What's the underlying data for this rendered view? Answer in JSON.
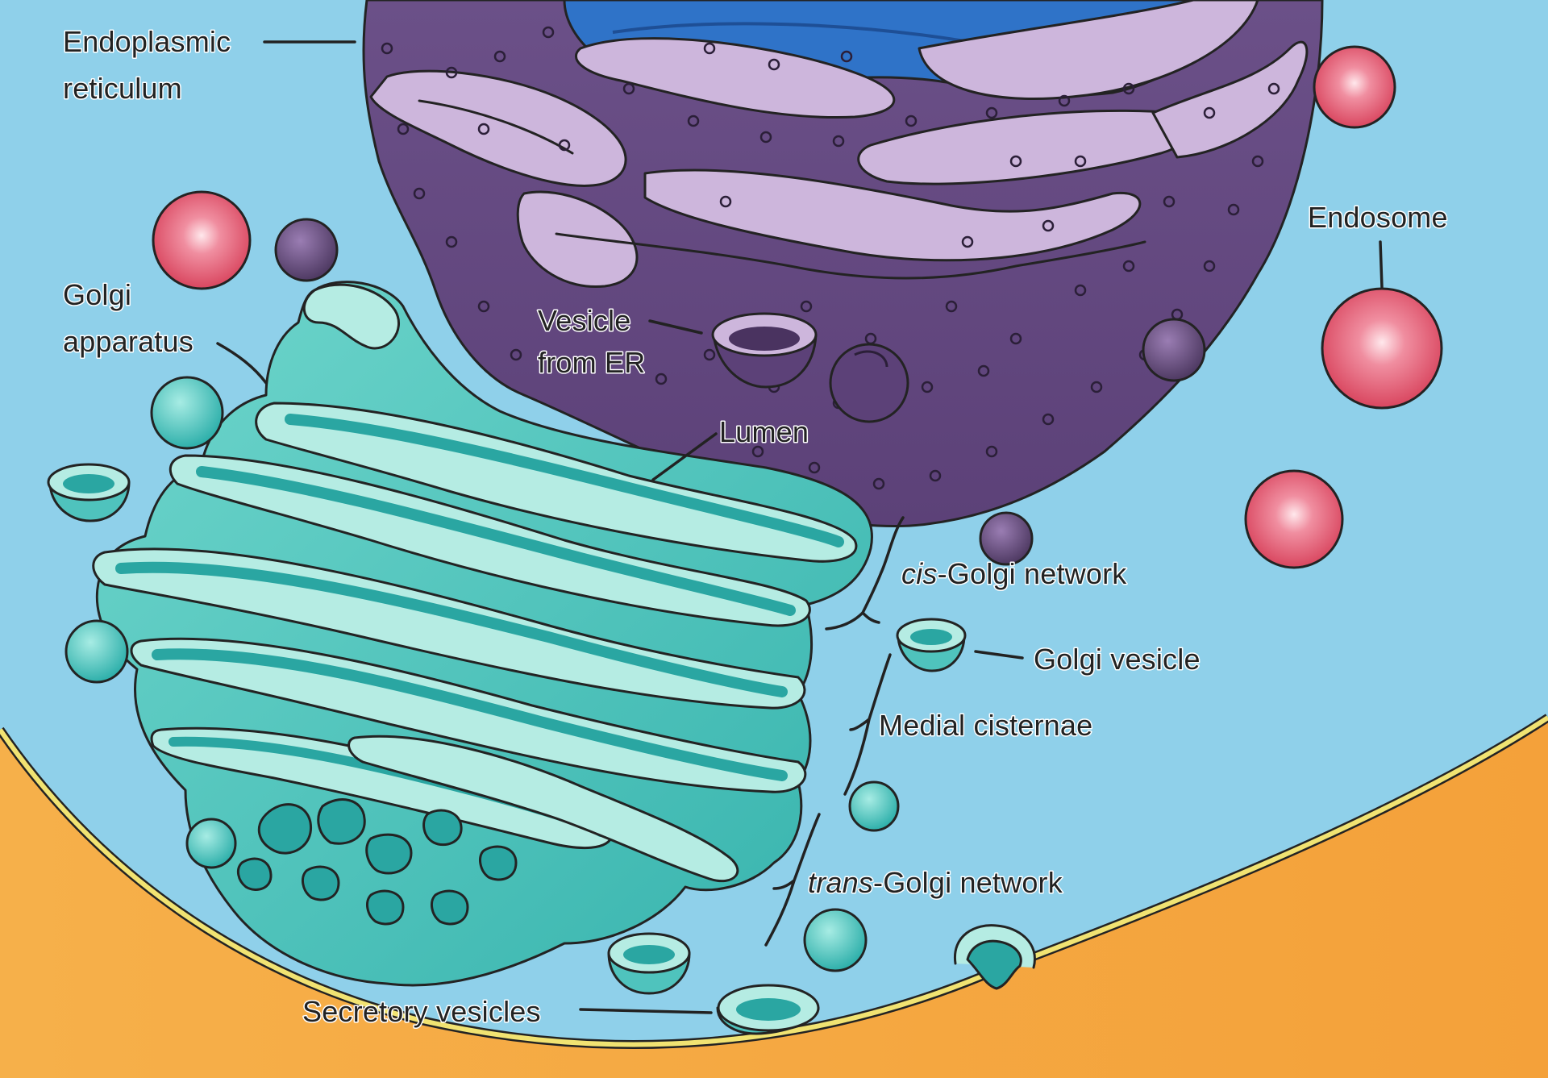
{
  "labels": {
    "er_line1": "Endoplasmic",
    "er_line2": "reticulum",
    "endosome": "Endosome",
    "golgi_line1": "Golgi",
    "golgi_line2": "apparatus",
    "vesicle_er_line1": "Vesicle",
    "vesicle_er_line2": "from ER",
    "lumen": "Lumen",
    "cis_prefix": "cis",
    "cis_suffix": "-Golgi network",
    "golgi_vesicle": "Golgi vesicle",
    "medial": "Medial cisternae",
    "trans_prefix": "trans",
    "trans_suffix": "-Golgi network",
    "secretory": "Secretory vesicles"
  },
  "colors": {
    "cytoplasm": "#8fd0ea",
    "membrane_outside": "#f4a940",
    "membrane_line": "#f2e37a",
    "er": "#6a4d84",
    "er_light": "#cdb6dc",
    "er_lumen": "#2f74c9",
    "golgi": "#4fc3bd",
    "golgi_dark": "#2aa6a2",
    "golgi_light": "#b5ece3",
    "endosome": "#e55b73",
    "vesicle_purple": "#5d456f"
  }
}
